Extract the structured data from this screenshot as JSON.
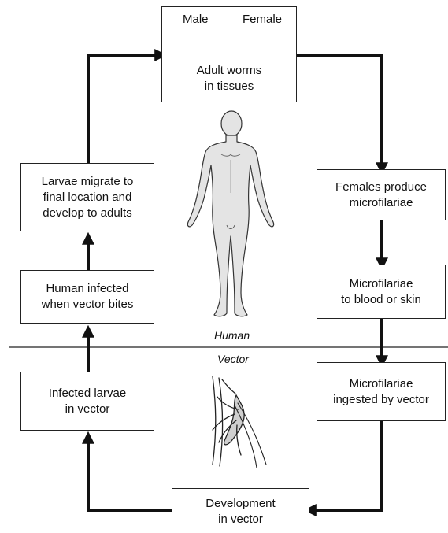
{
  "top_box": {
    "male": "Male",
    "female": "Female",
    "line1": "Adult worms",
    "line2": "in tissues"
  },
  "left": {
    "migrate": {
      "line1": "Larvae migrate to",
      "line2": "final location and",
      "line3": "develop to adults"
    },
    "human_infected": {
      "line1": "Human infected",
      "line2": "when vector bites"
    },
    "infected_larvae": {
      "line1": "Infected larvae",
      "line2": "in vector"
    }
  },
  "right": {
    "females_produce": {
      "line1": "Females produce",
      "line2": "microfilariae"
    },
    "to_blood": {
      "line1": "Microfilariae",
      "line2": "to blood or skin"
    },
    "ingested": {
      "line1": "Microfilariae",
      "line2": "ingested by vector"
    }
  },
  "bottom_box": {
    "line1": "Development",
    "line2": "in vector"
  },
  "labels": {
    "human": "Human",
    "vector": "Vector"
  }
}
